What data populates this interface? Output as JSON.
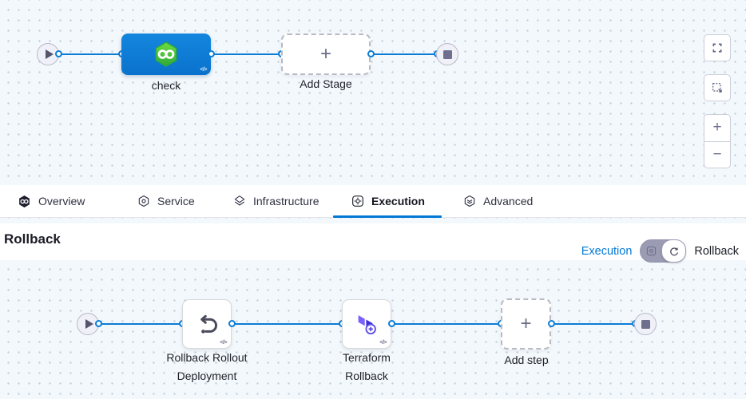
{
  "colors": {
    "accent": "#0278d5",
    "stage_blue": "#0d7fd6",
    "harness_green": "#46b93c",
    "terraform_purple": "#4945c9",
    "canvas_bg": "#f3f8fc"
  },
  "top_canvas": {
    "stage_label": "check",
    "stage_code_glyph": "</>",
    "add_stage_label": "Add Stage",
    "add_stage_plus": "+"
  },
  "zoom_controls": {
    "zoom_in": "+",
    "zoom_out": "−"
  },
  "tabs": [
    {
      "label": "Overview"
    },
    {
      "label": "Service"
    },
    {
      "label": "Infrastructure"
    },
    {
      "label": "Execution",
      "active": true
    },
    {
      "label": "Advanced"
    }
  ],
  "rollback_section": {
    "heading": "Rollback",
    "mode_switch": {
      "left_label": "Execution",
      "right_label": "Rollback"
    },
    "steps": [
      {
        "line1": "Rollback Rollout",
        "line2": "Deployment",
        "code_glyph": "</>"
      },
      {
        "line1": "Terraform",
        "line2": "Rollback",
        "code_glyph": "</>"
      }
    ],
    "add_step_label": "Add step",
    "add_step_plus": "+"
  }
}
